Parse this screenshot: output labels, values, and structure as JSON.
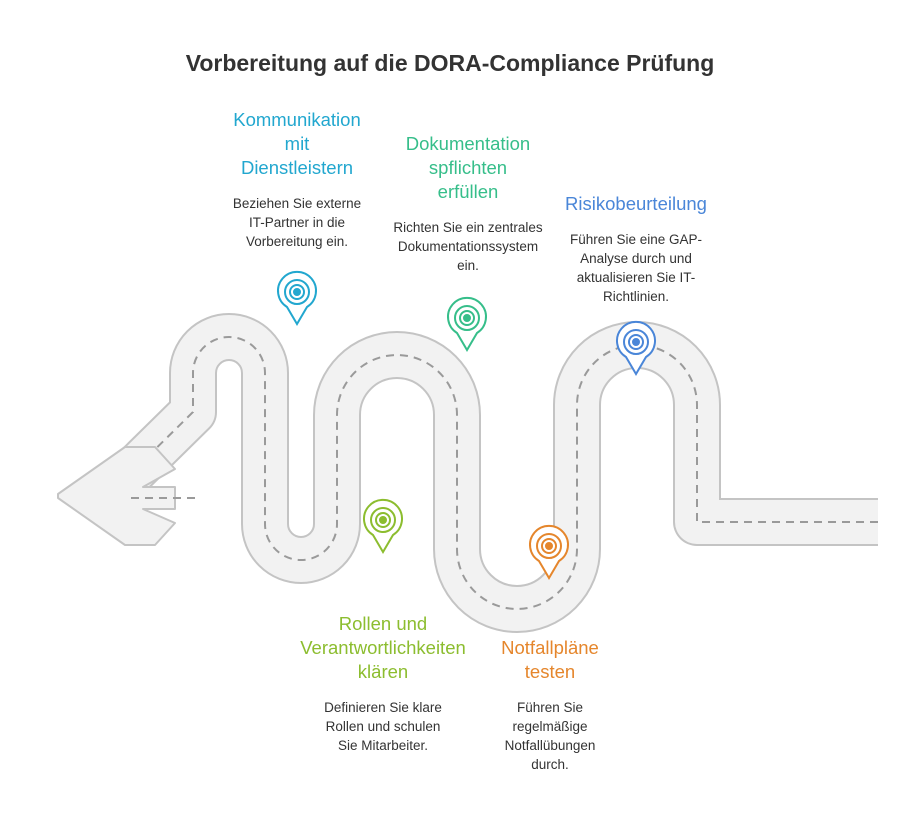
{
  "title": "Vorbereitung auf die DORA-Compliance Prüfung",
  "colors": {
    "road_fill": "#f2f2f2",
    "road_edge": "#c4c4c4",
    "road_dash": "#9a9a9a",
    "title": "#333333",
    "text": "#333333"
  },
  "steps": [
    {
      "id": "kommunikation",
      "heading_lines": [
        "Kommunikation",
        "mit",
        "Dienstleistern"
      ],
      "desc_lines": [
        "Beziehen Sie externe",
        "IT-Partner in die",
        "Vorbereitung ein."
      ],
      "color": "#22a7cf",
      "icon": "target-pin-icon"
    },
    {
      "id": "rollen",
      "heading_lines": [
        "Rollen und",
        "Verantwortlichkeiten",
        "klären"
      ],
      "desc_lines": [
        "Definieren Sie klare",
        "Rollen und schulen",
        "Sie Mitarbeiter."
      ],
      "color": "#8cbd2f",
      "icon": "target-pin-icon"
    },
    {
      "id": "dokumentation",
      "heading_lines": [
        "Dokumentation",
        "spflichten",
        "erfüllen"
      ],
      "desc_lines": [
        "Richten Sie ein zentrales",
        "Dokumentationssystem",
        "ein."
      ],
      "color": "#36be8a",
      "icon": "target-pin-icon"
    },
    {
      "id": "notfall",
      "heading_lines": [
        "Notfallpläne",
        "testen"
      ],
      "desc_lines": [
        "Führen Sie",
        "regelmäßige",
        "Notfallübungen",
        "durch."
      ],
      "color": "#e5862c",
      "icon": "target-pin-icon"
    },
    {
      "id": "risiko",
      "heading_lines": [
        "Risikobeurteilung"
      ],
      "desc_lines": [
        "Führen Sie eine GAP-",
        "Analyse durch und",
        "aktualisieren Sie IT-",
        "Richtlinien."
      ],
      "color": "#4a86d8",
      "icon": "target-pin-icon"
    }
  ]
}
